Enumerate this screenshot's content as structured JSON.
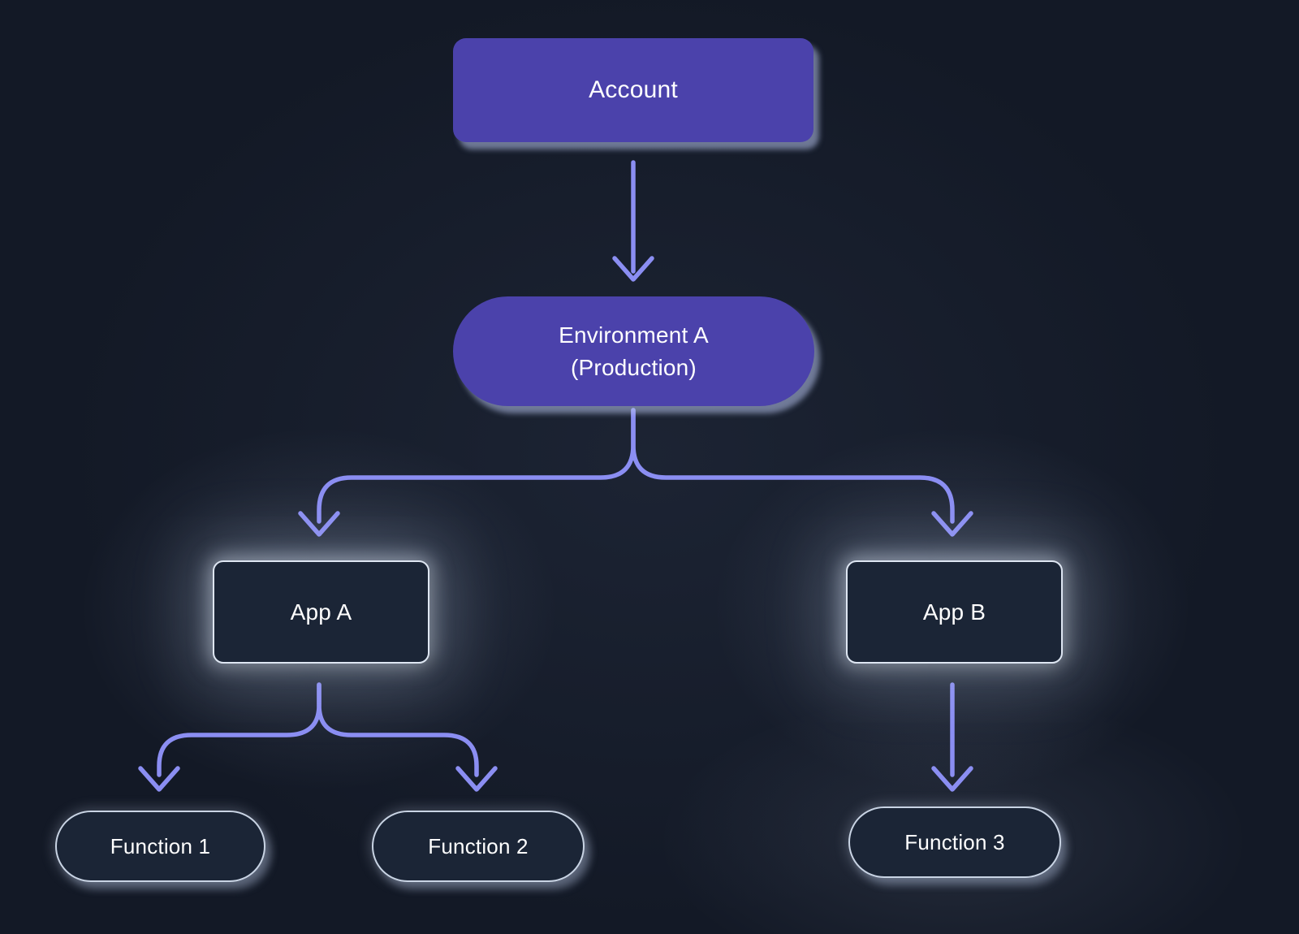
{
  "diagram": {
    "nodes": {
      "account": {
        "label": "Account",
        "type": "primary-rect"
      },
      "environment": {
        "label": "Environment A\n(Production)",
        "type": "primary-pill"
      },
      "app_a": {
        "label": "App A",
        "type": "secondary-rect"
      },
      "app_b": {
        "label": "App B",
        "type": "secondary-rect"
      },
      "function_1": {
        "label": "Function 1",
        "type": "secondary-pill"
      },
      "function_2": {
        "label": "Function 2",
        "type": "secondary-pill"
      },
      "function_3": {
        "label": "Function 3",
        "type": "secondary-pill"
      }
    },
    "edges": [
      {
        "from": "account",
        "to": "environment"
      },
      {
        "from": "environment",
        "to": "app_a"
      },
      {
        "from": "environment",
        "to": "app_b"
      },
      {
        "from": "app_a",
        "to": "function_1"
      },
      {
        "from": "app_a",
        "to": "function_2"
      },
      {
        "from": "app_b",
        "to": "function_3"
      }
    ],
    "colors": {
      "background": "#131926",
      "primary_node_fill": "#4b42ab",
      "primary_node_shadow": "#b8c4ee",
      "secondary_node_fill": "#1b2536",
      "secondary_node_border": "#dee6f2",
      "node_text": "#ffffff",
      "arrow": "#8b8ef2"
    }
  }
}
